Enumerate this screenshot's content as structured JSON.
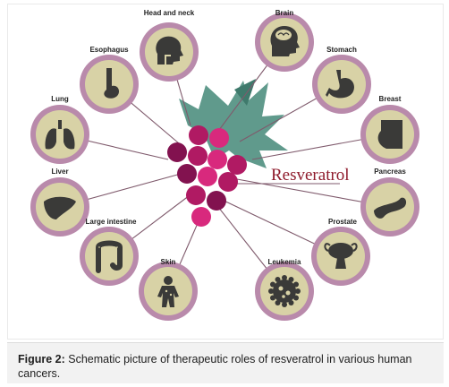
{
  "center_label": "Resveratrol",
  "organs": [
    {
      "id": "head-and-neck",
      "label": "Head and neck",
      "icon": "head-and-neck-icon"
    },
    {
      "id": "brain",
      "label": "Brain",
      "icon": "brain-icon"
    },
    {
      "id": "esophagus",
      "label": "Esophagus",
      "icon": "esophagus-icon"
    },
    {
      "id": "stomach",
      "label": "Stomach",
      "icon": "stomach-icon"
    },
    {
      "id": "lung",
      "label": "Lung",
      "icon": "lung-icon"
    },
    {
      "id": "breast",
      "label": "Breast",
      "icon": "breast-icon"
    },
    {
      "id": "liver",
      "label": "Liver",
      "icon": "liver-icon"
    },
    {
      "id": "pancreas",
      "label": "Pancreas",
      "icon": "pancreas-icon"
    },
    {
      "id": "large-intestine",
      "label": "Large intestine",
      "icon": "large-intestine-icon"
    },
    {
      "id": "prostate",
      "label": "Prostate",
      "icon": "prostate-icon"
    },
    {
      "id": "skin",
      "label": "Skin",
      "icon": "skin-icon"
    },
    {
      "id": "leukemia",
      "label": "Leukemia",
      "icon": "leukemia-icon"
    }
  ],
  "caption": {
    "figure_label": "Figure 2:",
    "text": " Schematic picture of therapeutic roles of resveratrol in various human cancers."
  },
  "colors": {
    "ring": "#b98aab",
    "disc": "#d8d2a6",
    "icon": "#3a3a38",
    "leaf": "#4f8f80",
    "grape_dark": "#82124f",
    "grape_mid": "#b01a63",
    "grape_light": "#d8297d",
    "connector": "#7f5a6c",
    "wordmark": "#8f1b2c"
  }
}
